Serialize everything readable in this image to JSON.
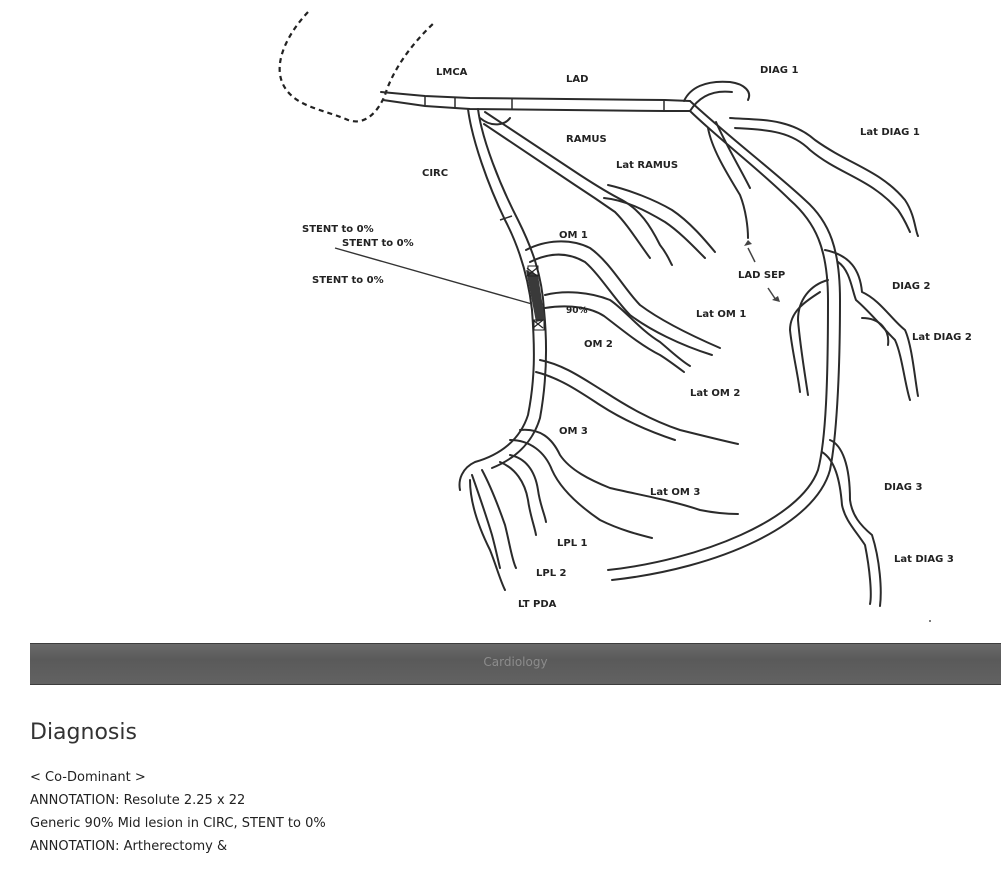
{
  "labels": {
    "lmca": "LMCA",
    "lad": "LAD",
    "diag1": "DIAG 1",
    "lat_diag1": "Lat DIAG 1",
    "ramus": "RAMUS",
    "lat_ramus": "Lat RAMUS",
    "circ": "CIRC",
    "stent_1": "STENT to 0%",
    "stent_2": "STENT to 0%",
    "stent_3": "STENT to 0%",
    "om1": "OM 1",
    "lad_sep": "LAD SEP",
    "diag2": "DIAG 2",
    "lesion": "90%",
    "lat_om1": "Lat OM 1",
    "lat_diag2": "Lat DIAG 2",
    "om2": "OM 2",
    "lat_om2": "Lat OM 2",
    "om3": "OM 3",
    "diag3": "DIAG 3",
    "lat_om3": "Lat OM 3",
    "lpl1": "LPL 1",
    "lat_diag3": "Lat DIAG 3",
    "lpl2": "LPL 2",
    "lt_pda": "LT PDA"
  },
  "banner": {
    "caption": "Cardiology"
  },
  "diagnosis": {
    "title": "Diagnosis",
    "lines": [
      "< Co-Dominant >",
      "ANNOTATION: Resolute 2.25 x 22",
      "Generic 90% Mid lesion in CIRC, STENT to 0%",
      "ANNOTATION: Artherectomy &"
    ]
  },
  "colors": {
    "vessel": "#2b2b2b",
    "stent": "#3a3a3a",
    "banner": "#5f5f5f"
  }
}
